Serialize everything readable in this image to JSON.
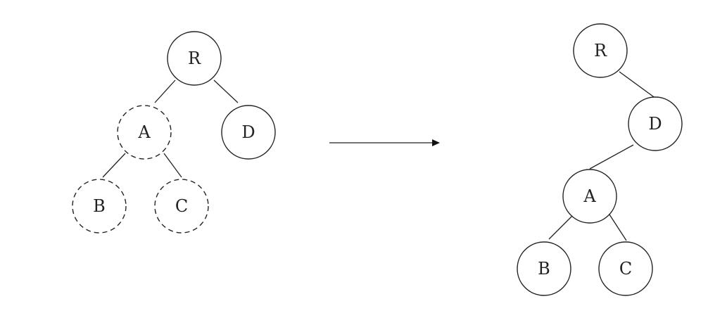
{
  "before_tree": {
    "nodes": [
      {
        "id": "R",
        "label": "R",
        "style": "solid"
      },
      {
        "id": "A",
        "label": "A",
        "style": "dashed"
      },
      {
        "id": "D",
        "label": "D",
        "style": "solid"
      },
      {
        "id": "B",
        "label": "B",
        "style": "dashed"
      },
      {
        "id": "C",
        "label": "C",
        "style": "dashed"
      }
    ],
    "edges": [
      [
        "R",
        "A"
      ],
      [
        "R",
        "D"
      ],
      [
        "A",
        "B"
      ],
      [
        "A",
        "C"
      ]
    ]
  },
  "after_tree": {
    "nodes": [
      {
        "id": "R",
        "label": "R",
        "style": "solid"
      },
      {
        "id": "D",
        "label": "D",
        "style": "solid"
      },
      {
        "id": "A",
        "label": "A",
        "style": "solid"
      },
      {
        "id": "B",
        "label": "B",
        "style": "solid"
      },
      {
        "id": "C",
        "label": "C",
        "style": "solid"
      }
    ],
    "edges": [
      [
        "R",
        "D"
      ],
      [
        "D",
        "A"
      ],
      [
        "A",
        "B"
      ],
      [
        "A",
        "C"
      ]
    ]
  },
  "colors": {
    "stroke": "#222222",
    "background": "#ffffff"
  }
}
